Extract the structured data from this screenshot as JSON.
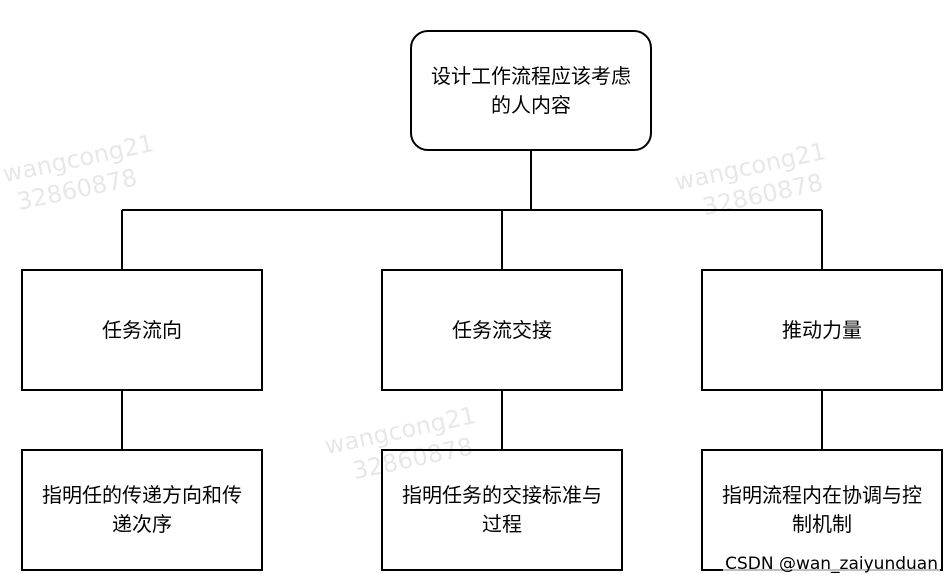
{
  "diagram": {
    "root": {
      "label": "设计工作流程应该考虑的人内容"
    },
    "branches": [
      {
        "label": "任务流向",
        "detail": "指明任的传递方向和传递次序"
      },
      {
        "label": "任务流交接",
        "detail": "指明任务的交接标准与过程"
      },
      {
        "label": "推动力量",
        "detail": "指明流程内在协调与控制机制"
      }
    ]
  },
  "watermark": {
    "line1": "wangcong21",
    "line2": "32860878"
  },
  "credit": "CSDN @wan_zaiyunduan",
  "colors": {
    "stroke": "#000000",
    "background": "#ffffff"
  }
}
